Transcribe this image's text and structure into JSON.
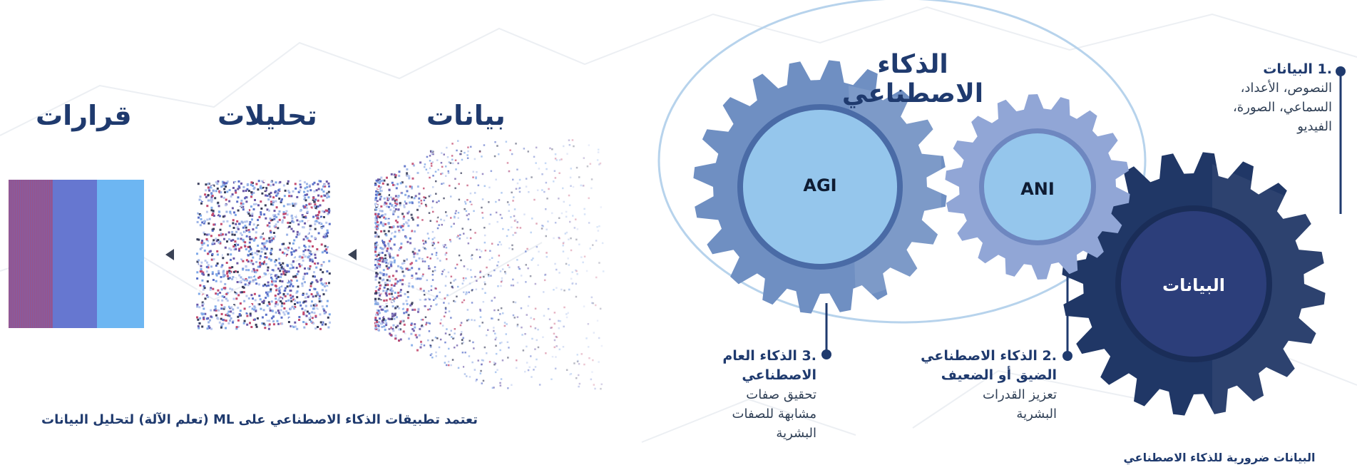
{
  "diagram": {
    "ai_title": "الذكاء الاصطناعي",
    "gear_agi": "AGI",
    "gear_ani": "ANI",
    "gear_data": "البيانات",
    "item1": {
      "num": ".1",
      "head": "البيانات",
      "lines": [
        "النصوص، الأعداد،",
        "السماعي، الصورة،",
        "الفيديو"
      ]
    },
    "item2": {
      "num": ".2",
      "head1": "الذكاء الاصطناعي",
      "head2": "الضيق أو الضعيف",
      "lines": [
        "تعزيز القدرات",
        "البشرية"
      ]
    },
    "item3": {
      "num": ".3",
      "head1": "الذكاء العام",
      "head2": "الاصطناعي",
      "lines": [
        "تحقيق صفات",
        "مشابهة للصفات",
        "البشرية"
      ]
    },
    "bottom_caption": "البيانات ضرورية للذكاء الاصطناعي"
  },
  "pipeline": {
    "col_data": "بيانات",
    "col_analysis": "تحليلات",
    "col_decisions": "قرارات",
    "caption": "تعتمد تطبيقات الذكاء الاصطناعي على ML (تعلم الآلة) لتحليل البيانات"
  }
}
